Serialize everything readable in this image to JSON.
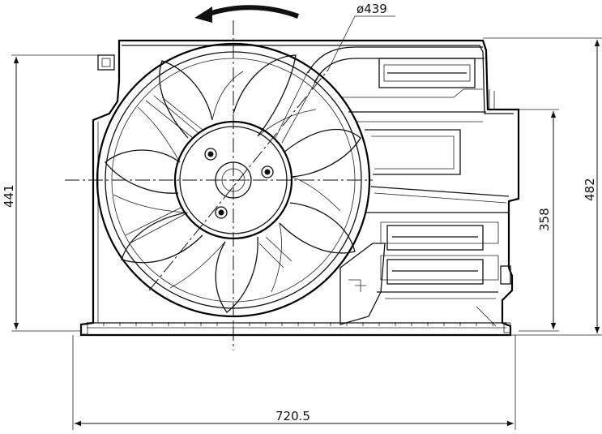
{
  "drawing": {
    "diameter_label": "ø439",
    "overall_width_label": "720.5",
    "left_height_label": "441",
    "right_height_label": "482",
    "inner_height_label": "358"
  }
}
